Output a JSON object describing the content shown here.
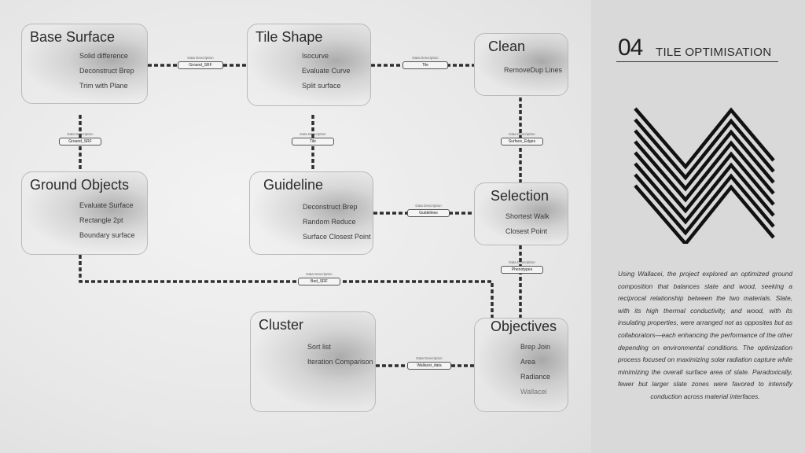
{
  "header": {
    "section_number": "04",
    "section_title": "TILE OPTIMISATION"
  },
  "nodes": {
    "base_surface": {
      "title": "Base Surface",
      "items": [
        "Solid difference",
        "Deconstruct Brep",
        "Trim with Plane"
      ]
    },
    "tile_shape": {
      "title": "Tile Shape",
      "items": [
        "Isocurve",
        "Evaluate Curve",
        "Split surface"
      ]
    },
    "clean": {
      "title": "Clean",
      "items": [
        "RemoveDup Lines"
      ]
    },
    "ground_objects": {
      "title": "Ground Objects",
      "items": [
        "Evaluate Surface",
        "Rectangle 2pt",
        "Boundary surface"
      ]
    },
    "guideline": {
      "title": "Guideline",
      "items": [
        "Deconstruct Brep",
        "Random Reduce",
        "Surface Closest Point"
      ]
    },
    "selection": {
      "title": "Selection",
      "items": [
        "Shortest Walk",
        "Closest Point"
      ]
    },
    "cluster": {
      "title": "Cluster",
      "items": [
        "Sort list",
        "Iteration Comparison"
      ]
    },
    "objectives": {
      "title": "Objectives",
      "items": [
        "Brep Join",
        "Area",
        "Radiance",
        "Wallacei"
      ]
    }
  },
  "connection_caption": "Data Description",
  "connections": {
    "ground_srf": "Ground_SRF",
    "tile": "Tile",
    "ground_srf_v": "Ground_SRF",
    "tile_v": "Tile",
    "surface_edges": "Surface_Edges",
    "guidelines": "Guidelines",
    "phenotypes": "Phenotypes",
    "bed_srf": "Bed_SRF",
    "wallacei_data": "Wallacei_data"
  },
  "description": "Using Wallacei, the project explored an optimized ground composition that balances slate and wood, seeking a reciprocal relationship between the two materials. Slate, with its high thermal conductivity, and wood, with its insulating properties, were arranged not as opposites but as collaborators—each enhancing the performance of the other depending on environmental conditions. The optimization process focused on maximizing solar radiation capture while minimizing the overall surface area of slate. Paradoxically, fewer but larger slate zones were favored to intensify conduction across material interfaces.",
  "colors": {
    "wire": "#2e2e2e",
    "logo": "#111111",
    "panel": "#d9d9d9"
  }
}
